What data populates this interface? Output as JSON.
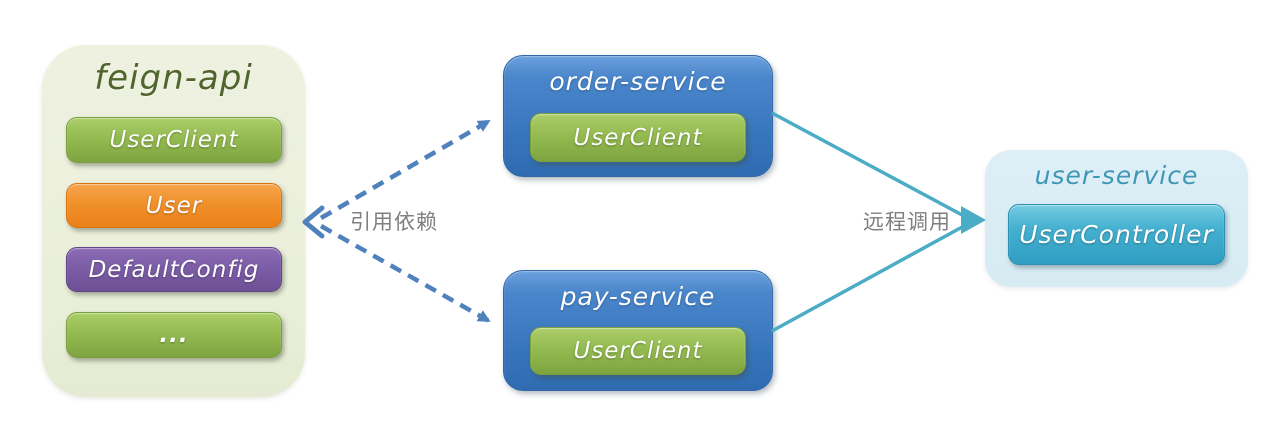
{
  "diagram": {
    "feign_api": {
      "title": "feign-api",
      "items": [
        {
          "label": "UserClient",
          "variant": "green"
        },
        {
          "label": "User",
          "variant": "orange"
        },
        {
          "label": "DefaultConfig",
          "variant": "purple"
        },
        {
          "label": "...",
          "variant": "green"
        }
      ]
    },
    "order_service": {
      "title": "order-service",
      "child_label": "UserClient"
    },
    "pay_service": {
      "title": "pay-service",
      "child_label": "UserClient"
    },
    "user_service": {
      "title": "user-service",
      "child_label": "UserController"
    },
    "edges": {
      "dependency_label": "引用依赖",
      "remote_call_label": "远程调用"
    },
    "colors": {
      "dashed_arrow": "#4f81bd",
      "solid_arrow": "#4bacc6",
      "green_chip": "#94bb51",
      "orange_chip": "#f0912c",
      "purple_chip": "#7c5da7",
      "cyan_chip": "#45b0d0",
      "blue_node": "#3674b9",
      "feign_panel_bg": "#eaefda",
      "user_panel_bg": "#d9ecf4",
      "feign_title_color": "#50652c",
      "user_title_color": "#3e97b5",
      "edge_label_color": "#7f7f7f"
    }
  }
}
